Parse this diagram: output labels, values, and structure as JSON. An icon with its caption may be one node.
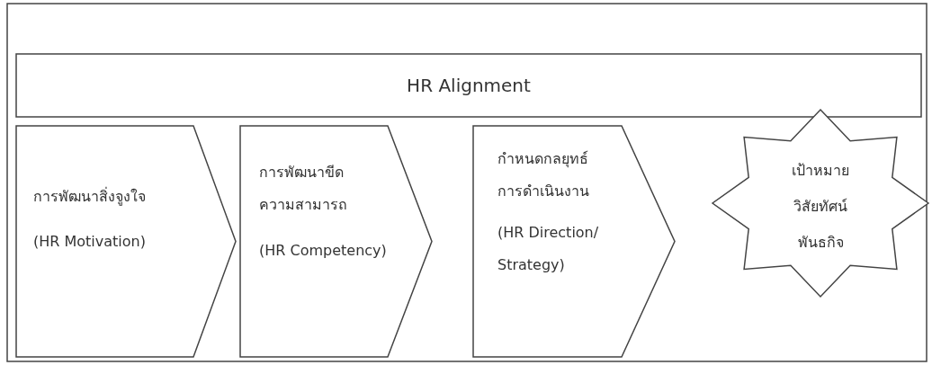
{
  "diagram": {
    "nodes": [
      {
        "text": [
          "HR Alignment"
        ]
      },
      {
        "text": [
          "การพัฒนาสิ่งจูงใจ",
          "(HR Motivation)"
        ]
      },
      {
        "text": [
          "การพัฒนาขีดความสามารถ",
          "(HR Competency)"
        ]
      },
      {
        "text": [
          "กำหนดกลยุทธ์การดำเนินงาน",
          "(HR Direction/ Strategy)"
        ]
      },
      {
        "text": [
          "เป้าหมาย",
          "วิสัยทัศน์",
          "พันธกิจ"
        ]
      }
    ]
  }
}
